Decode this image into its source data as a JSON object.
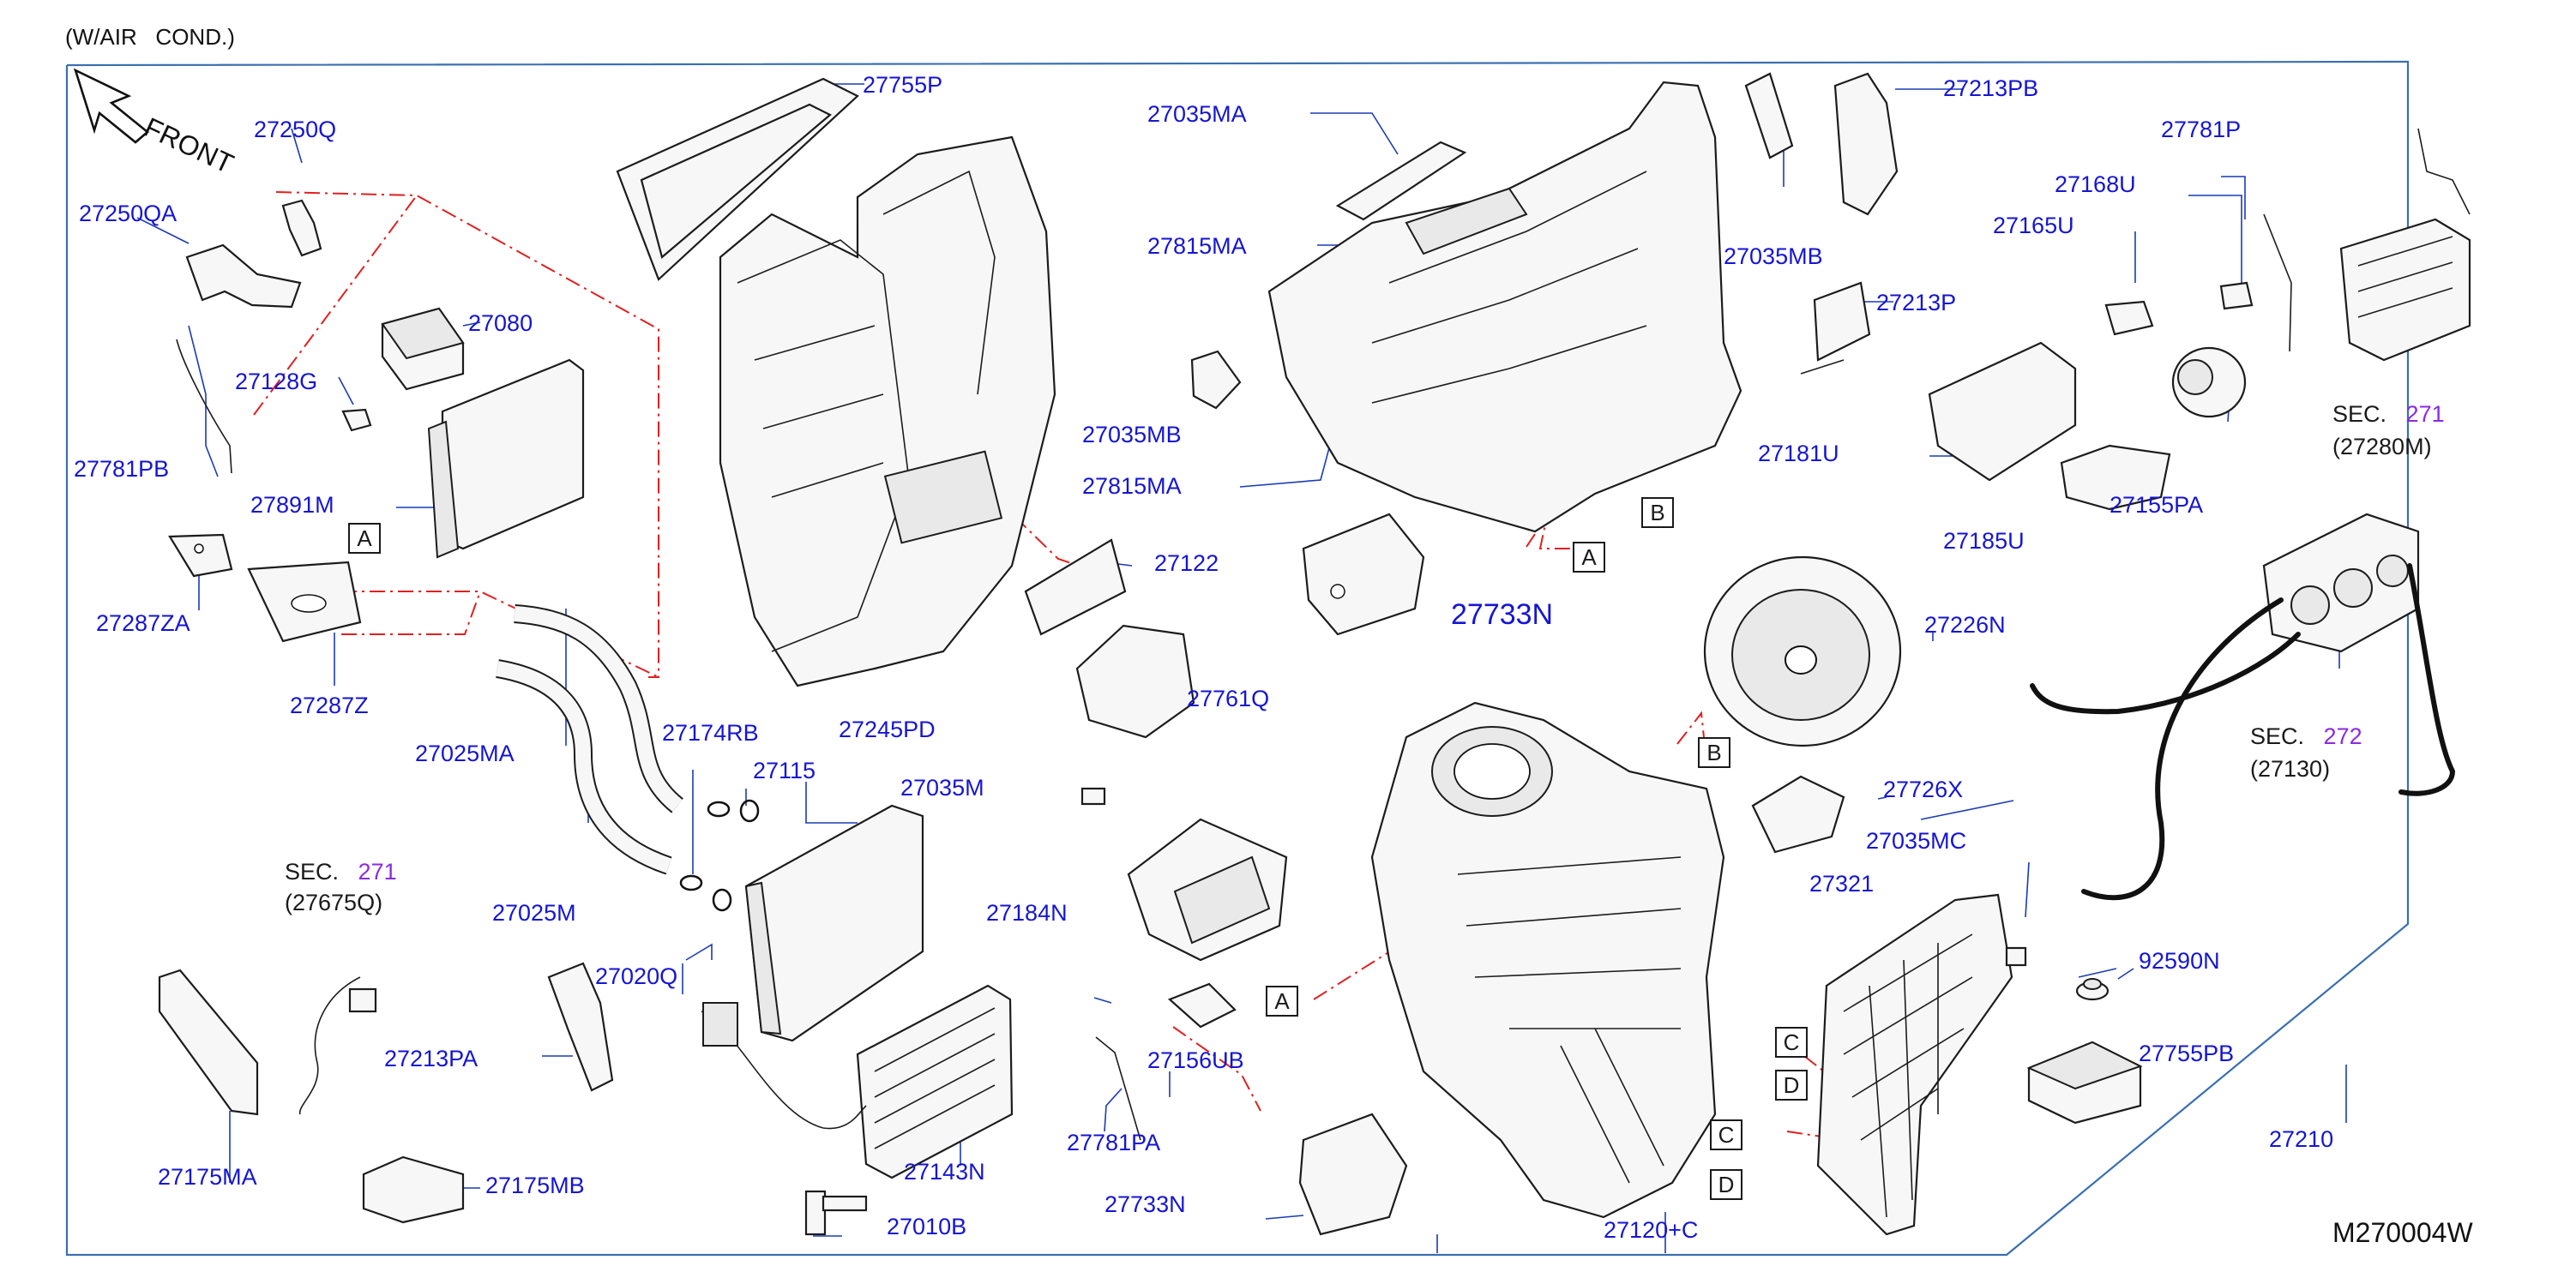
{
  "header": "(W/AIR   COND.)",
  "front_label": "FRONT",
  "diagram_code": "M270004W",
  "parts": {
    "p27755P": "27755P",
    "p27250Q": "27250Q",
    "p27250QA": "27250QA",
    "p27080": "27080",
    "p27128G": "27128G",
    "p27781PB": "27781PB",
    "p27891M": "27891M",
    "p27287ZA": "27287ZA",
    "p27287Z": "27287Z",
    "p27025MA": "27025MA",
    "p27174RB": "27174RB",
    "p27115": "27115",
    "p27245PD": "27245PD",
    "p27025M": "27025M",
    "p27020Q": "27020Q",
    "p27213PA": "27213PA",
    "p27175MA": "27175MA",
    "p27175MB": "27175MB",
    "p27143N": "27143N",
    "p27010B": "27010B",
    "p27035MA": "27035MA",
    "p27815MA_top": "27815MA",
    "p27035MB_left": "27035MB",
    "p27815MA_bottom": "27815MA",
    "p27122": "27122",
    "p27761Q": "27761Q",
    "p27733N_big": "27733N",
    "p27035M": "27035M",
    "p27184N": "27184N",
    "p27156UB": "27156UB",
    "p27781PA": "27781PA",
    "p27733N_bottom": "27733N",
    "p27035MB_right": "27035MB",
    "p27213PB": "27213PB",
    "p27213P": "27213P",
    "p27181U": "27181U",
    "p27781P": "27781P",
    "p27168U": "27168U",
    "p27165U": "27165U",
    "p27185U": "27185U",
    "p27155PA": "27155PA",
    "p27226N": "27226N",
    "p27726X": "27726X",
    "p27035MC": "27035MC",
    "p27321": "27321",
    "p92590N": "92590N",
    "p27755PB": "27755PB",
    "p27210": "27210",
    "p27120C": "27120+C"
  },
  "sec_refs": {
    "left": {
      "label": "SEC.",
      "num": "271",
      "sub": "(27675Q)"
    },
    "evap": {
      "label": "SEC.",
      "num": "271",
      "sub": "(27280M)"
    },
    "ctrl": {
      "label": "SEC.",
      "num": "272",
      "sub": "(27130)"
    }
  },
  "ref_boxes": {
    "A": "A",
    "B": "B",
    "C": "C",
    "D": "D"
  },
  "colors": {
    "label_blue": "#1515d4",
    "sec_purple": "#8a2be2",
    "leader_dash_red": "#e02020",
    "frame_blue": "#3a6fb0"
  }
}
